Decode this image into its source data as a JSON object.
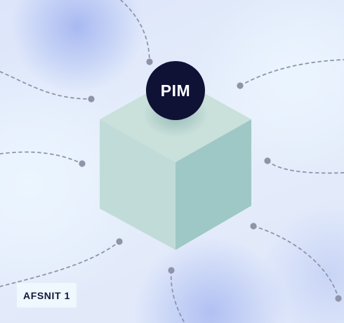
{
  "center_node": {
    "label": "PIM",
    "color": "#0f1235",
    "label_color": "#ffffff"
  },
  "cube": {
    "top_color": "#c9e0db",
    "left_color": "#c1dcd8",
    "right_color": "#9ec8c5"
  },
  "connectors": {
    "count": 8,
    "style": "dashed",
    "color": "#8f94a8"
  },
  "section_badge": {
    "label": "AFSNIT 1"
  }
}
